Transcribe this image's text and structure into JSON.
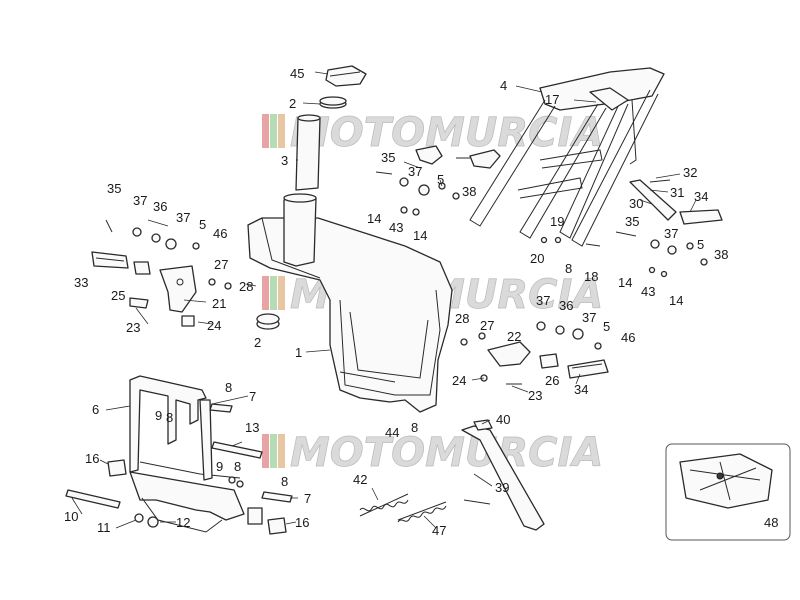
{
  "diagram": {
    "watermark": "MOTOMURCIA",
    "inset_label": "48",
    "callouts": [
      "45",
      "2",
      "4",
      "17",
      "3",
      "35",
      "37",
      "5",
      "38",
      "32",
      "31",
      "30",
      "34",
      "35",
      "37",
      "36",
      "37",
      "5",
      "46",
      "19",
      "14",
      "43",
      "14",
      "20",
      "8",
      "18",
      "35",
      "37",
      "5",
      "38",
      "14",
      "43",
      "14",
      "27",
      "33",
      "25",
      "28",
      "21",
      "23",
      "24",
      "2",
      "1",
      "37",
      "36",
      "37",
      "5",
      "46",
      "28",
      "27",
      "22",
      "24",
      "26",
      "34",
      "23",
      "6",
      "9",
      "8",
      "8",
      "7",
      "13",
      "16",
      "9",
      "8",
      "8",
      "7",
      "10",
      "11",
      "12",
      "16",
      "40",
      "44",
      "8",
      "39",
      "42",
      "47"
    ]
  }
}
